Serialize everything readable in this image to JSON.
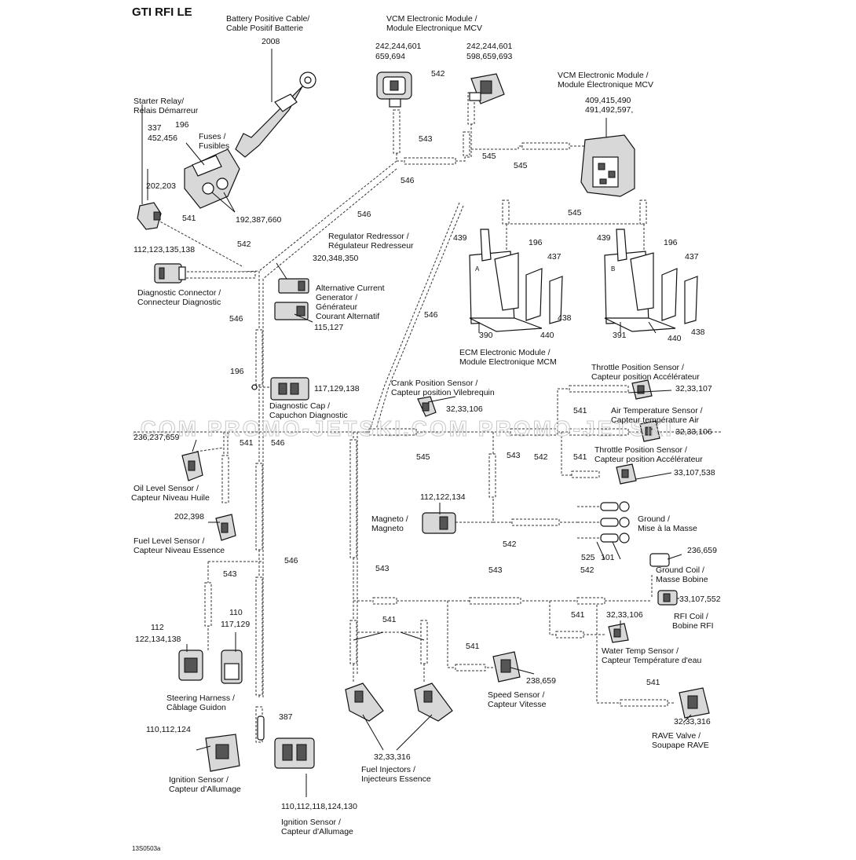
{
  "title": "GTI RFI LE",
  "figure_code": "13S0503a",
  "watermark": ".COM   PROMO-JETSKI.COM   PROMO-JETSKI",
  "components": {
    "battery_cable": {
      "label1": "Battery Positive Cable/",
      "label2": "Cable Positif Batterie",
      "ref": "2008"
    },
    "vcm_1": {
      "label1": "VCM Electronic Module /",
      "label2": "Module Electronique MCV"
    },
    "vcm_conn_left": {
      "ref1": "242,244,601",
      "ref2": "659,694"
    },
    "vcm_conn_right": {
      "ref1": "242,244,601",
      "ref2": "598,659,693"
    },
    "vcm_2": {
      "label1": "VCM Electronic Module /",
      "label2": "Module Électronique MCV",
      "ref1": "409,415,490",
      "ref2": "491,492,597,"
    },
    "starter_relay": {
      "label1": "Starter Relay/",
      "label2": "Relais Démarreur",
      "ref1": "337",
      "ref2": "452,456",
      "ref3": "202,203"
    },
    "fuses": {
      "label1": "Fuses /",
      "label2": "Fusibles",
      "ref1": "196",
      "ref2": "192,387,660"
    },
    "diag_connector": {
      "label1": "Diagnostic Connector /",
      "label2": "Connecteur Diagnostic",
      "ref": "112,123,135,138"
    },
    "regulator": {
      "label1": "Regulator Redressor /",
      "label2": "Régulateur Redresseur"
    },
    "alternator": {
      "label1": "Alternative Current",
      "label2": "Generator /",
      "label3": "Générateur",
      "label4": "Courant Alternatif",
      "ref1": "320,348,350",
      "ref2": "115,127"
    },
    "ecm": {
      "label1": "ECM Electronic Module /",
      "label2": "Module Electronique MCM",
      "ref_439": "439",
      "ref_196": "196",
      "ref_437": "437",
      "ref_438": "438",
      "ref_390": "390",
      "ref_391": "391",
      "ref_440": "440",
      "tag_a": "A",
      "tag_b": "B"
    },
    "diag_cap": {
      "label1": "Diagnostic Cap /",
      "label2": "Capuchon Diagnostic",
      "ref": "117,129,138",
      "ref_196": "196"
    },
    "crank_sensor": {
      "label1": "Crank Position Sensor /",
      "label2": "Capteur position Vilebrequin",
      "ref": "32,33,106"
    },
    "tps_1": {
      "label1": "Throttle Position Sensor /",
      "label2": "Capteur position Accélérateur",
      "ref": "32,33,107"
    },
    "air_temp": {
      "label1": "Air Temperature Sensor /",
      "label2": "Capteur température Air",
      "ref": "32,33,106"
    },
    "tps_2": {
      "label1": "Throttle Position Sensor /",
      "label2": "Capteur position Accélérateur",
      "ref": "33,107,538"
    },
    "oil_level": {
      "label1": "Oil Level Sensor /",
      "label2": "Capteur Niveau Huile",
      "ref": "236,237,659"
    },
    "fuel_level": {
      "label1": "Fuel Level Sensor /",
      "label2": "Capteur Niveau Essence",
      "ref": "202,398"
    },
    "magneto": {
      "label1": "Magneto /",
      "label2": "Magneto",
      "ref": "112,122,134"
    },
    "ground": {
      "label1": "Ground /",
      "label2": "Mise à la Masse",
      "ref_525": "525",
      "ref_101": "101"
    },
    "ground_coil": {
      "label1": "Ground Coil /",
      "label2": "Masse Bobine",
      "ref": "236,659"
    },
    "rfi_coil": {
      "label1": "RFI Coil /",
      "label2": "Bobine RFI",
      "ref": "33,107,552"
    },
    "water_temp": {
      "label1": "Water Temp Sensor /",
      "label2": "Capteur Température d'eau",
      "ref": "32,33,106"
    },
    "speed_sensor": {
      "label1": "Speed Sensor /",
      "label2": "Capteur Vitesse",
      "ref": "238,659"
    },
    "rave_valve": {
      "label1": "RAVE Valve /",
      "label2": "Soupape RAVE",
      "ref": "32,33,316"
    },
    "fuel_injectors": {
      "label1": "Fuel Injectors /",
      "label2": "Injecteurs Essence",
      "ref": "32,33,316"
    },
    "steering_harness": {
      "label1": "Steering Harness /",
      "label2": "Câblage Guidon",
      "ref_112": "112",
      "ref_122": "122,134,138",
      "ref_110": "110",
      "ref_117": "117,129"
    },
    "ignition_sensor_1": {
      "label1": "Ignition Sensor /",
      "label2": "Capteur d'Allumage",
      "ref": "110,112,124"
    },
    "ignition_sensor_2": {
      "label1": "Ignition Sensor /",
      "label2": "Capteur d'Allumage",
      "ref": "110,112,118,124,130",
      "ref_387": "387"
    }
  },
  "sheath_refs": {
    "s543_top": "543",
    "s545_top": "545",
    "s546_top": "546",
    "s545_vcm": "545",
    "s542_top": "542",
    "s546_diag": "546",
    "s541_relay": "541",
    "s542_diag": "542",
    "s546_long": "546",
    "s545_ecm": "545",
    "s546_left": "546",
    "s541_oil": "541",
    "s546_mid": "546",
    "s545_crank": "545",
    "s543_mid": "543",
    "s542_mid": "542",
    "s541_tps": "541",
    "s541_tps2": "541",
    "s542_ground": "542",
    "s546_low": "546",
    "s543_left": "543",
    "s543_inj": "543",
    "s543_main": "543",
    "s542_rfi": "542",
    "s541_inj": "541",
    "s541_speed": "541",
    "s541_water": "541",
    "s541_rave": "541"
  }
}
